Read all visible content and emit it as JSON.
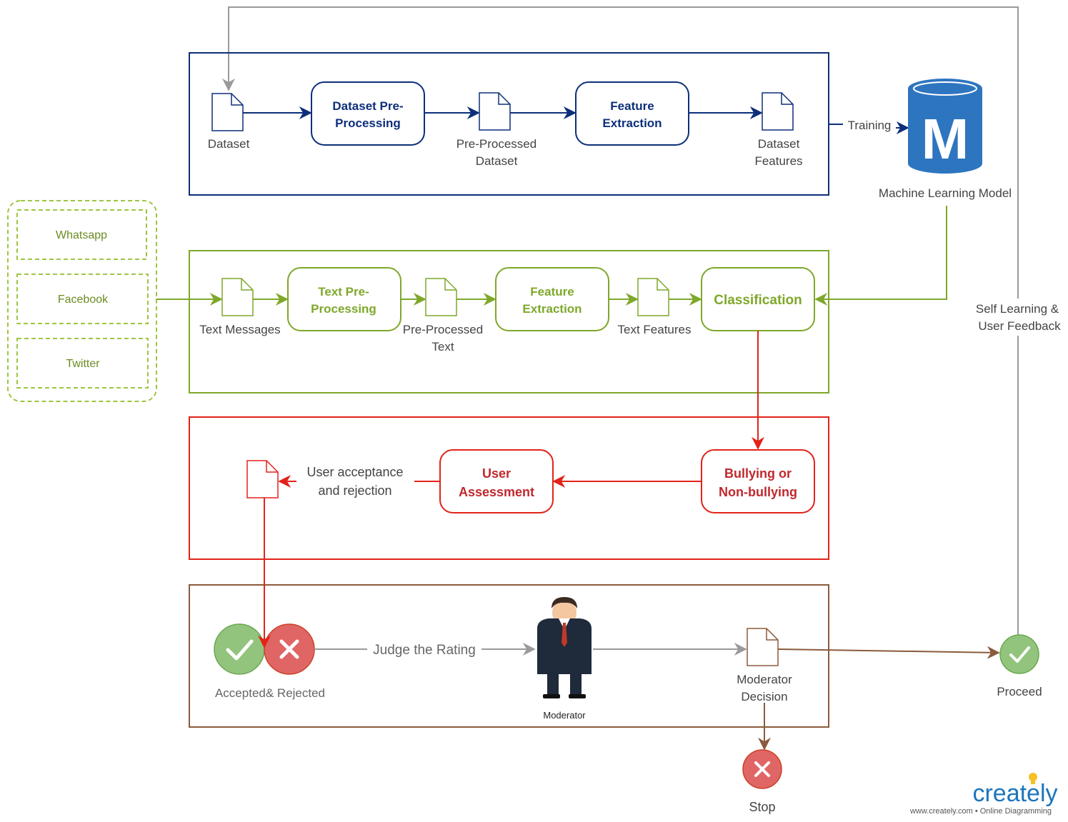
{
  "colors": {
    "blue": "#0d2f7a",
    "green": "#7ea82a",
    "red": "#e2231a",
    "brown": "#8b5a3c",
    "gray": "#9a9a9a",
    "model_blue": "#2e75c0",
    "check_green": "#93c47d",
    "cross_red": "#e06666"
  },
  "training": {
    "dataset": "Dataset",
    "preprocess": [
      "Dataset Pre-",
      "Processing"
    ],
    "preprocessed": [
      "Pre-Processed",
      "Dataset"
    ],
    "feature_extraction": [
      "Feature",
      "Extraction"
    ],
    "dataset_features": [
      "Dataset",
      "Features"
    ],
    "training_label": "Training"
  },
  "model": {
    "letter": "M",
    "label": "Machine Learning Model"
  },
  "sources": [
    "Whatsapp",
    "Facebook",
    "Twitter"
  ],
  "classification": {
    "text_messages": "Text Messages",
    "text_preprocess": [
      "Text Pre-",
      "Processing"
    ],
    "preprocessed_text": [
      "Pre-Processed",
      "Text"
    ],
    "feature_extraction": [
      "Feature",
      "Extraction"
    ],
    "text_features": "Text Features",
    "classification": "Classification"
  },
  "self_learning": [
    "Self Learning  &",
    "User Feedback"
  ],
  "assessment": {
    "bullying": [
      "Bullying or",
      "Non-bullying"
    ],
    "user_assessment": [
      "User",
      "Assessment"
    ],
    "acceptance": [
      "User acceptance",
      "and rejection"
    ]
  },
  "moderation": {
    "accepted_rejected": "Accepted& Rejected",
    "judge": "Judge the Rating",
    "moderator": "Moderator",
    "moderator_decision": [
      "Moderator",
      "Decision"
    ],
    "proceed": "Proceed",
    "stop": "Stop"
  },
  "branding": {
    "logo": "creately",
    "tagline": "www.creately.com • Online Diagramming"
  }
}
